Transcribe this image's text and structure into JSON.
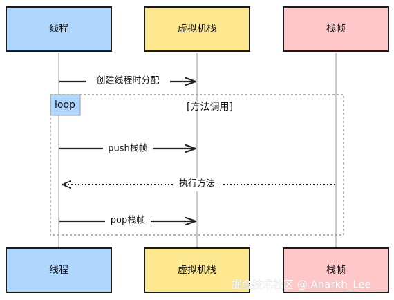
{
  "participants": [
    {
      "id": "thread",
      "label": "线程",
      "fill": "#aed6ff",
      "stroke": "#1a1a1a"
    },
    {
      "id": "jvm",
      "label": "虚拟机栈",
      "fill": "#fde78f",
      "stroke": "#1a1a1a"
    },
    {
      "id": "frame",
      "label": "栈帧",
      "fill": "#ffc7c7",
      "stroke": "#1a1a1a"
    }
  ],
  "messages": [
    {
      "from": "thread",
      "to": "jvm",
      "label": "创建线程时分配",
      "style": "solid"
    },
    {
      "from": "thread",
      "to": "jvm",
      "label": "push栈帧",
      "style": "solid"
    },
    {
      "from": "frame",
      "to": "thread",
      "label": "执行方法",
      "style": "dotted"
    },
    {
      "from": "thread",
      "to": "jvm",
      "label": "pop栈帧",
      "style": "solid"
    }
  ],
  "loop": {
    "keyword": "loop",
    "condition": "[方法调用]",
    "tag_fill": "#aed6ff"
  },
  "watermark": "掘金技术社区 @ Anarkh_Lee"
}
